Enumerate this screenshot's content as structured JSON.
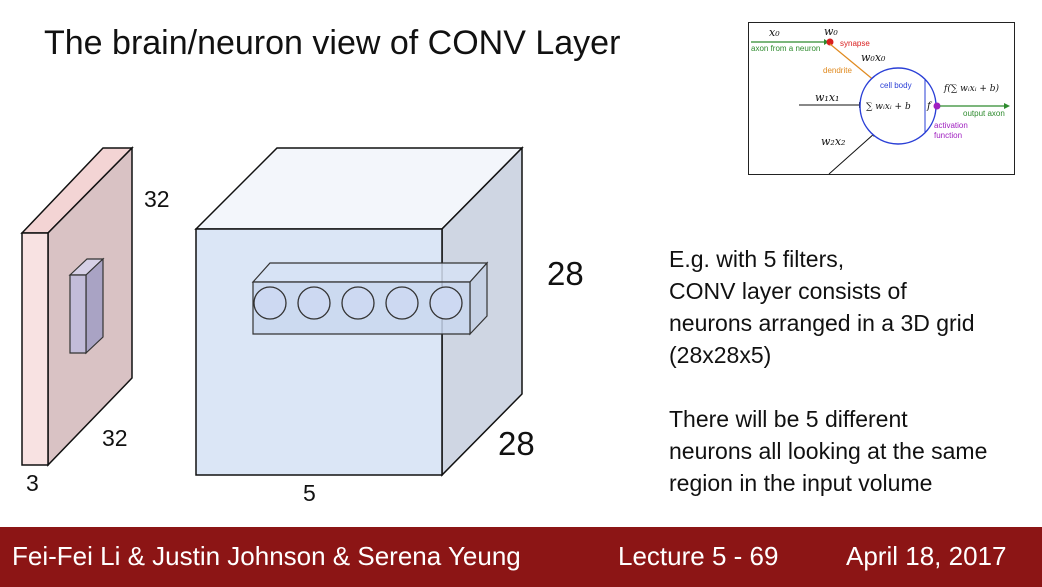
{
  "title": "The brain/neuron view of CONV Layer",
  "input_volume": {
    "height_label": "32",
    "width_label": "32",
    "depth_label": "3"
  },
  "output_volume": {
    "height_label": "28",
    "width_label": "28",
    "depth_label": "5",
    "neuron_count": 5
  },
  "neuron_inset": {
    "x0": "x₀",
    "w0": "w₀",
    "synapse": "synapse",
    "axon_from_neuron": "axon from a neuron",
    "w0x0": "w₀x₀",
    "dendrite": "dendrite",
    "cell_body": "cell body",
    "w1x1": "w₁x₁",
    "sum_expr": "∑ wᵢxᵢ + b",
    "f": "f",
    "f_expr": "f(∑ wᵢxᵢ + b)",
    "output_axon": "output axon",
    "activation_line1": "activation",
    "activation_line2": "function",
    "w2x2": "w₂x₂",
    "colors": {
      "axon": "#2e8b2e",
      "synapse": "#d91f1f",
      "dendrite": "#e08a1f",
      "cell": "#2a3fd6",
      "activation": "#a020c0"
    }
  },
  "description": {
    "p1_lines": [
      "E.g. with 5 filters,",
      "CONV layer consists of",
      "neurons arranged in a 3D grid",
      "(28x28x5)"
    ],
    "p2_lines": [
      "There will be 5 different",
      "neurons all looking at the same",
      "region in the input volume"
    ]
  },
  "footer": {
    "authors": "Fei-Fei Li & Justin Johnson & Serena Yeung",
    "lecture": "Lecture 5 - 69",
    "date": "April 18, 2017",
    "bg_color": "#8c1515"
  }
}
